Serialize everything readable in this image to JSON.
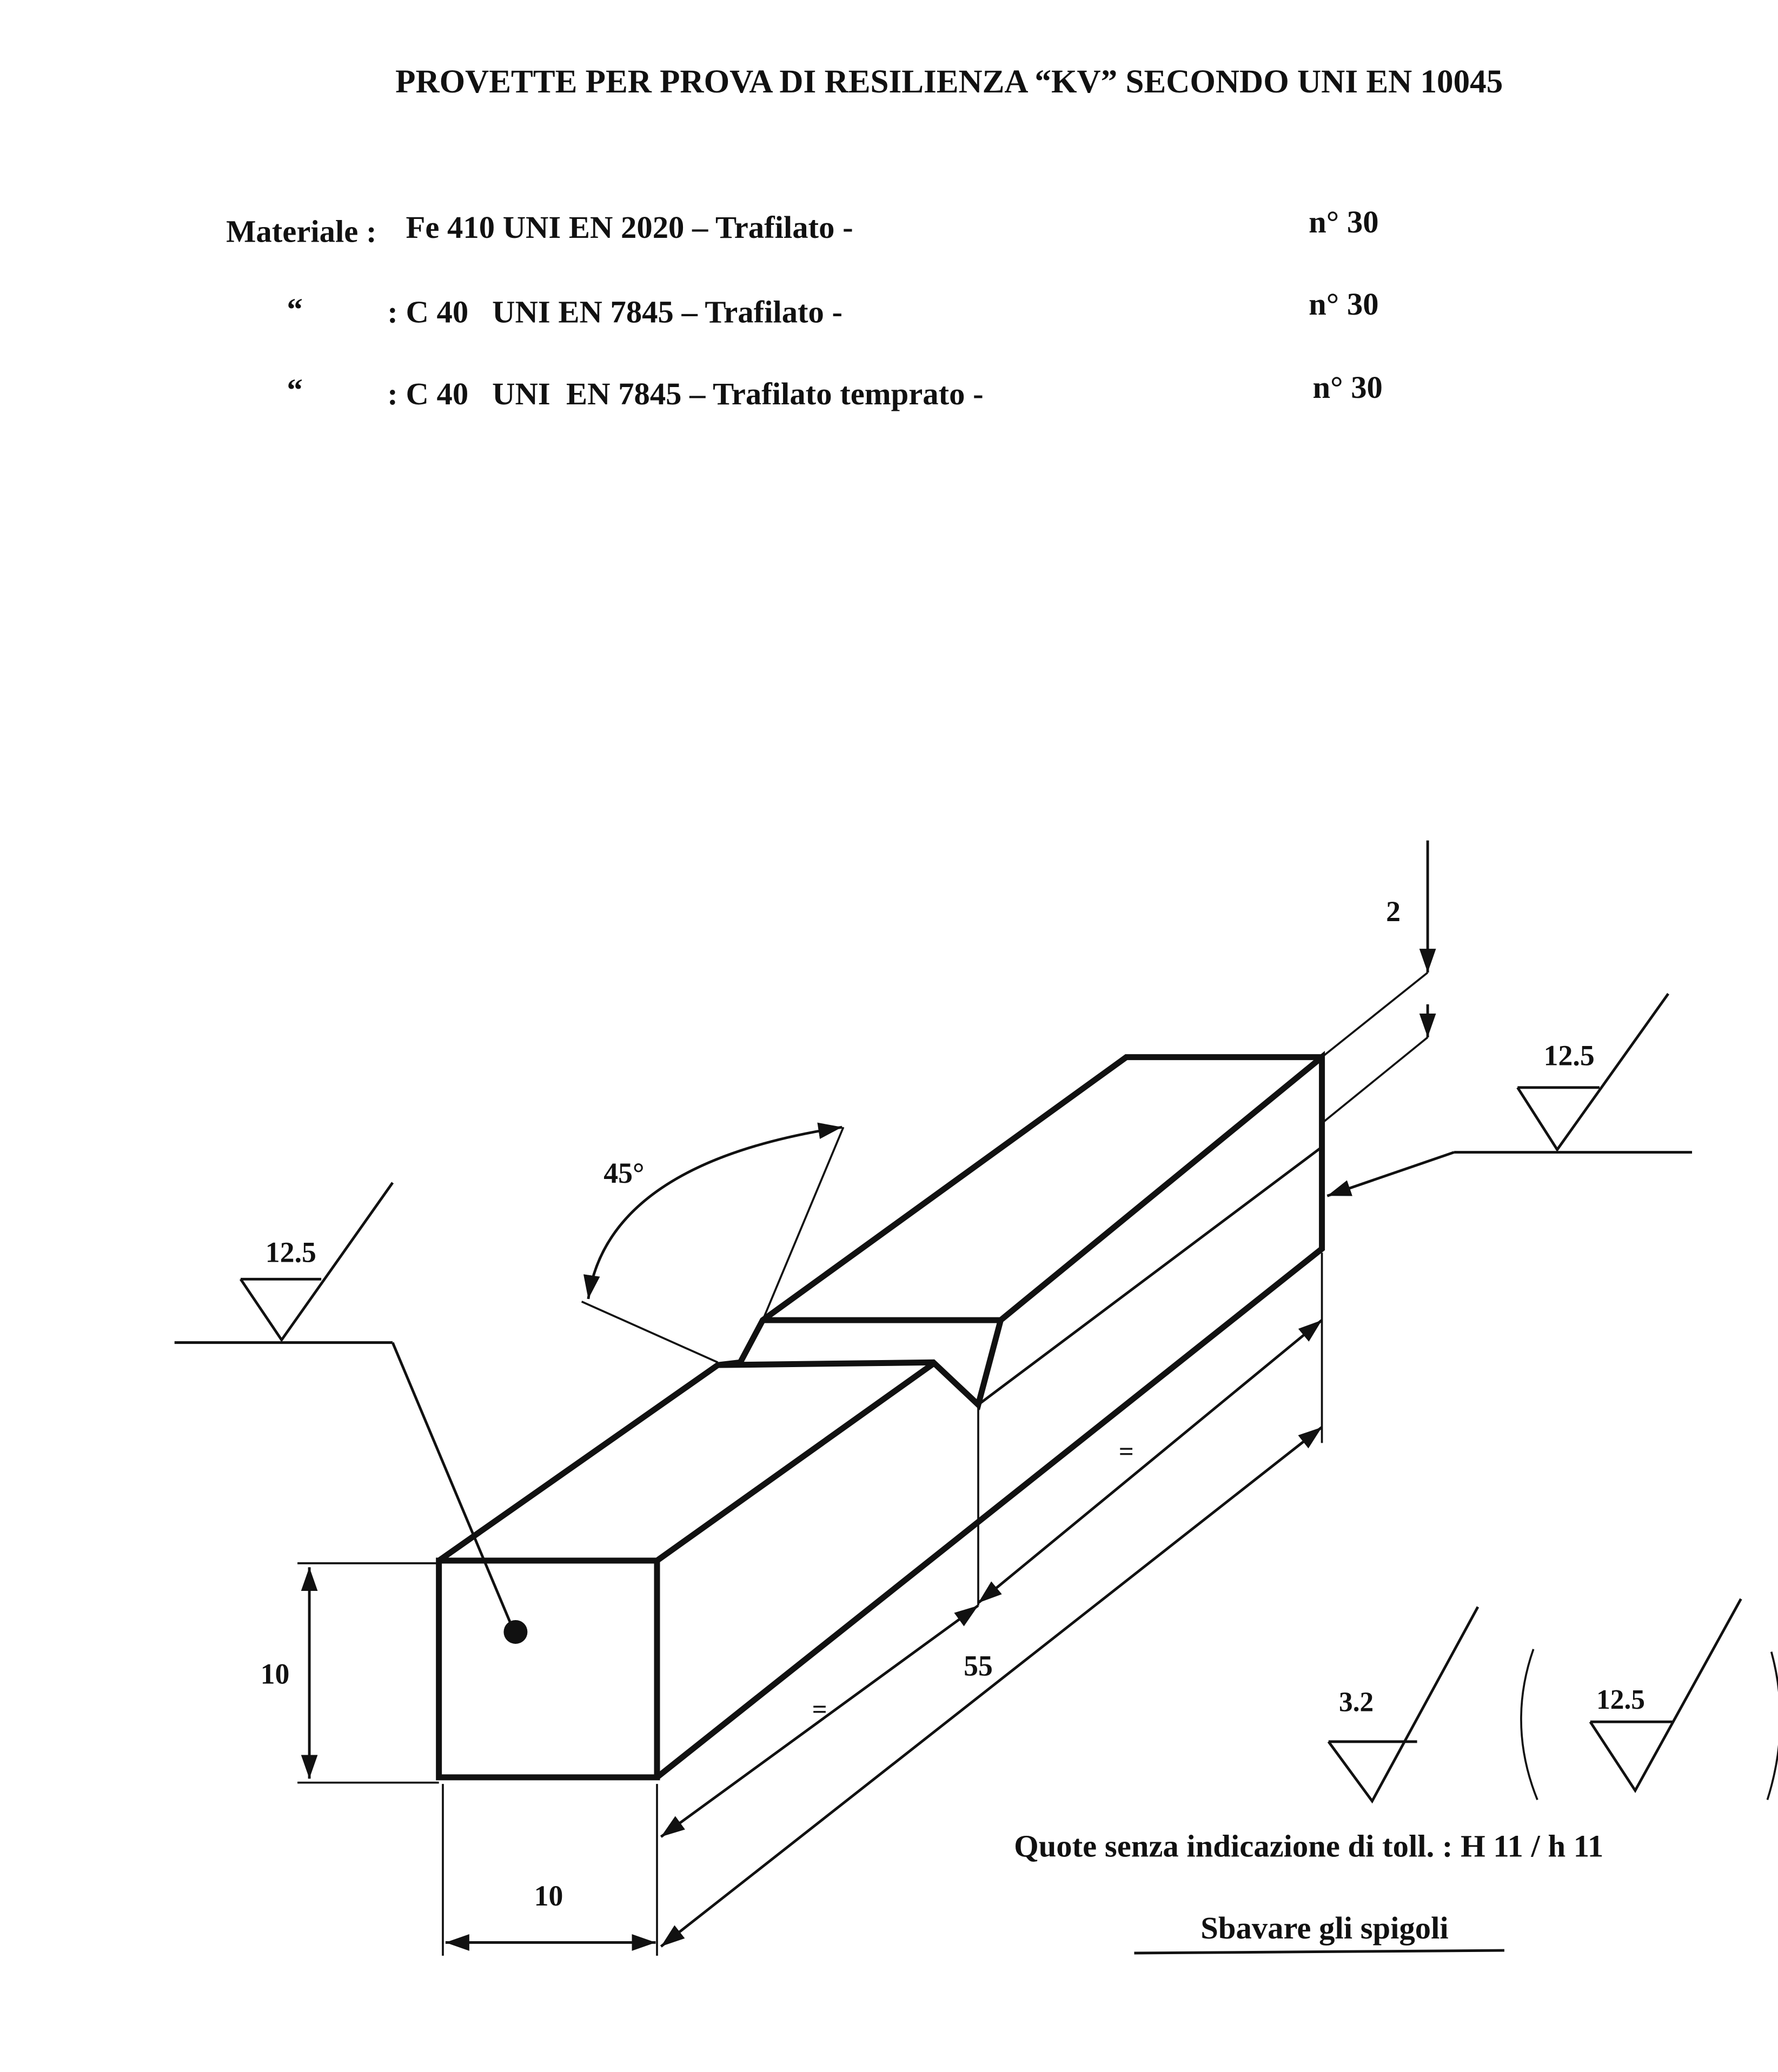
{
  "title": "PROVETTE PER PROVA DI RESILIENZA “KV” SECONDO UNI EN 10045",
  "materials": [
    {
      "prefix": "Materiale :",
      "spec": "Fe 410 UNI EN 2020 – Trafilato -",
      "qty": "n° 30"
    },
    {
      "prefix": "“",
      "spec": ": C 40   UNI EN 7845 – Trafilato -",
      "qty": "n° 30"
    },
    {
      "prefix": "“",
      "spec": ": C 40   UNI  EN 7845 – Trafilato temprato -",
      "qty": "n° 30"
    }
  ],
  "drawing": {
    "height_dim": "10",
    "width_dim": "10",
    "length_dim": "55",
    "half_left": "=",
    "half_right": "=",
    "notch_depth": "2",
    "notch_angle": "45°",
    "roughness_left": "12.5",
    "roughness_right": "12.5",
    "roughness_general": "3.2",
    "roughness_general_other": "12.5",
    "section_fill": "#b9c1ca"
  },
  "notes": {
    "tolerance": "Quote senza indicazione di toll. : H 11 / h 11",
    "deburr": "Sbavare gli spigoli"
  }
}
